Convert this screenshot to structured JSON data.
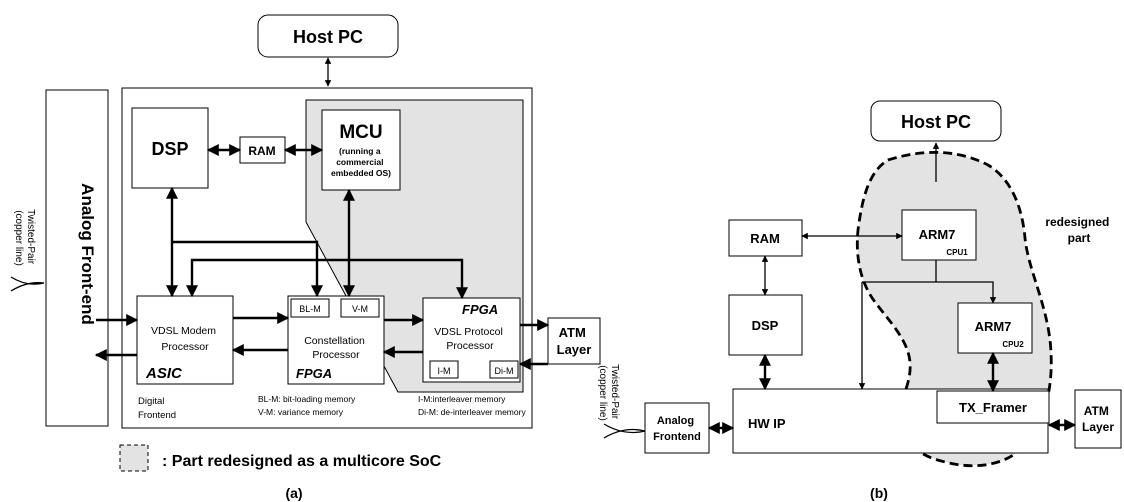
{
  "panel_a": {
    "host_pc": "Host PC",
    "analog_frontend": "Analog Front-end",
    "twisted_pair": [
      "Twisted-Pair",
      "(copper line)"
    ],
    "dsp": "DSP",
    "ram": "RAM",
    "mcu": "MCU",
    "mcu_note": [
      "(running a",
      "commercial",
      "embedded OS)"
    ],
    "vdsl_modem": [
      "VDSL Modem",
      "Processor"
    ],
    "asic": "ASIC",
    "bl_m": "BL-M",
    "v_m": "V-M",
    "constellation": [
      "Constellation",
      "Processor"
    ],
    "fpga_constellation": "FPGA",
    "fpga_protocol": "FPGA",
    "vdsl_protocol": [
      "VDSL Protocol",
      "Processor"
    ],
    "i_m": "I-M",
    "di_m": "Di-M",
    "atm_layer": [
      "ATM",
      "Layer"
    ],
    "digital_frontend": [
      "Digital",
      "Frontend"
    ],
    "legend_bl": "BL-M: bit-loading memory",
    "legend_v": "V-M: variance memory",
    "legend_i": "I-M:interleaver memory",
    "legend_di": "Di-M: de-interleaver memory",
    "redesign_legend": ": Part redesigned as a multicore SoC",
    "caption": "(a)"
  },
  "panel_b": {
    "host_pc": "Host PC",
    "redesigned_part": [
      "redesigned",
      "part"
    ],
    "ram": "RAM",
    "arm7_1": "ARM7",
    "cpu1": "CPU1",
    "dsp": "DSP",
    "arm7_2": "ARM7",
    "cpu2": "CPU2",
    "twisted_pair": [
      "Twisted-Pair",
      "(copper line)"
    ],
    "analog_frontend": [
      "Analog",
      "Frontend"
    ],
    "hw_ip": "HW IP",
    "tx_framer": "TX_Framer",
    "atm_layer": [
      "ATM",
      "Layer"
    ],
    "caption": "(b)"
  },
  "colors": {
    "shade": "#e3e3e3",
    "line": "#000000"
  }
}
